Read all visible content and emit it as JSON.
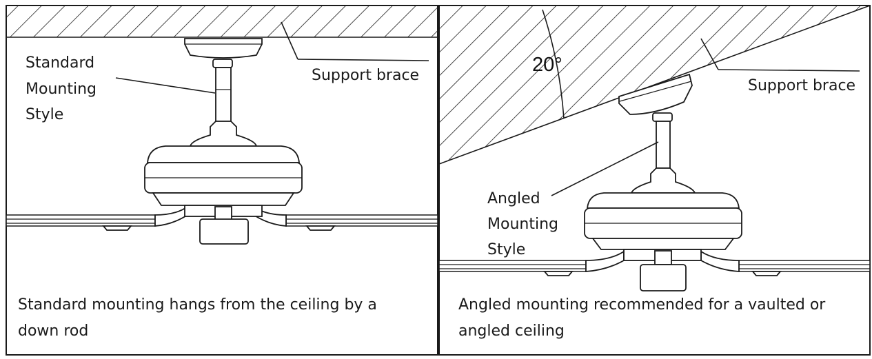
{
  "left_panel": {
    "callout_lines": [
      "Standard",
      "Mounting",
      "Style"
    ],
    "support_label": "Support brace",
    "caption_lines": [
      "Standard mounting hangs from the ceiling by a",
      "down rod"
    ]
  },
  "right_panel": {
    "angle_label": "20°",
    "callout_lines": [
      "Angled",
      "Mounting",
      "Style"
    ],
    "support_label": "Support brace",
    "caption_lines": [
      "Angled mounting recommended for a vaulted or",
      "angled ceiling"
    ]
  }
}
